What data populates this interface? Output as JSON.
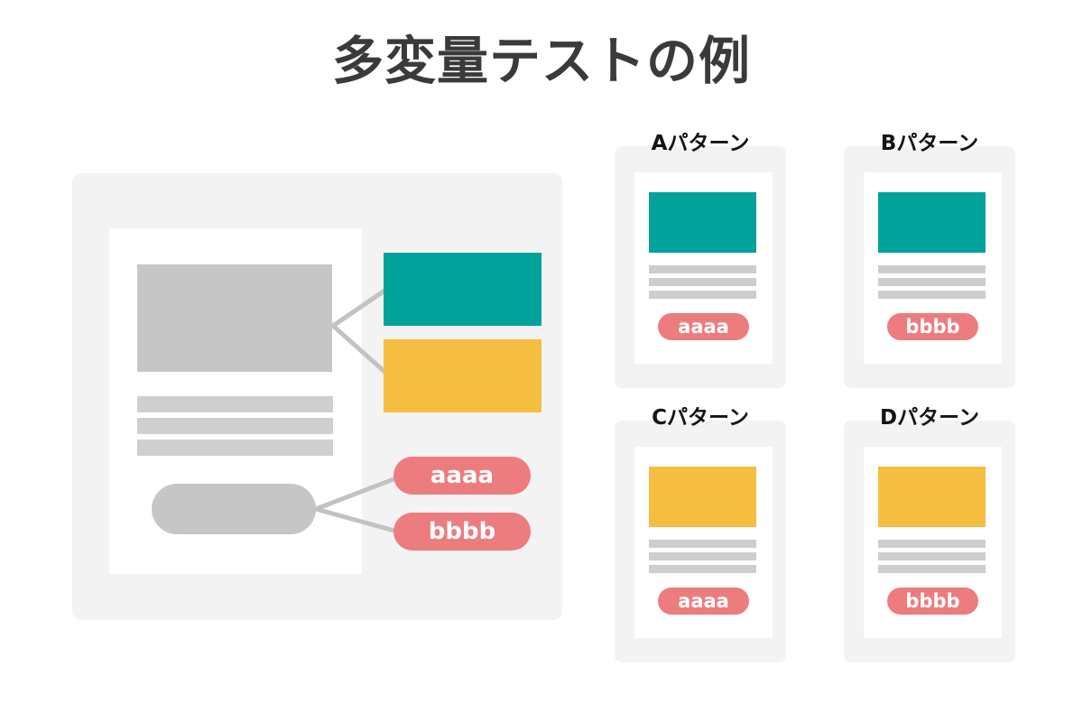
{
  "title": "多変量テストの例",
  "colors": {
    "page_bg": "#ffffff",
    "panel_bg": "#f3f3f3",
    "card_bg": "#ffffff",
    "placeholder_gray": "#c6c6c6",
    "text_line_gray": "#cfcfcf",
    "connector_gray": "#c2c2c2",
    "teal": "#00a29a",
    "yellow": "#f5be41",
    "pink": "#ed7c7e",
    "title_text": "#3a3a3a",
    "label_text": "#141414",
    "pill_text": "#ffffff"
  },
  "source": {
    "image_variants": [
      {
        "name": "teal-image-variant",
        "color": "#00a29a"
      },
      {
        "name": "yellow-image-variant",
        "color": "#f5be41"
      }
    ],
    "button_variants": [
      {
        "label": "aaaa",
        "color": "#ed7c7e"
      },
      {
        "label": "bbbb",
        "color": "#ed7c7e"
      }
    ]
  },
  "patterns": [
    {
      "label": "Aパターン",
      "image_variant": "teal",
      "image_color": "#00a29a",
      "button_label": "aaaa"
    },
    {
      "label": "Bパターン",
      "image_variant": "teal",
      "image_color": "#00a29a",
      "button_label": "bbbb"
    },
    {
      "label": "Cパターン",
      "image_variant": "yellow",
      "image_color": "#f5be41",
      "button_label": "aaaa"
    },
    {
      "label": "Dパターン",
      "image_variant": "yellow",
      "image_color": "#f5be41",
      "button_label": "bbbb"
    }
  ]
}
